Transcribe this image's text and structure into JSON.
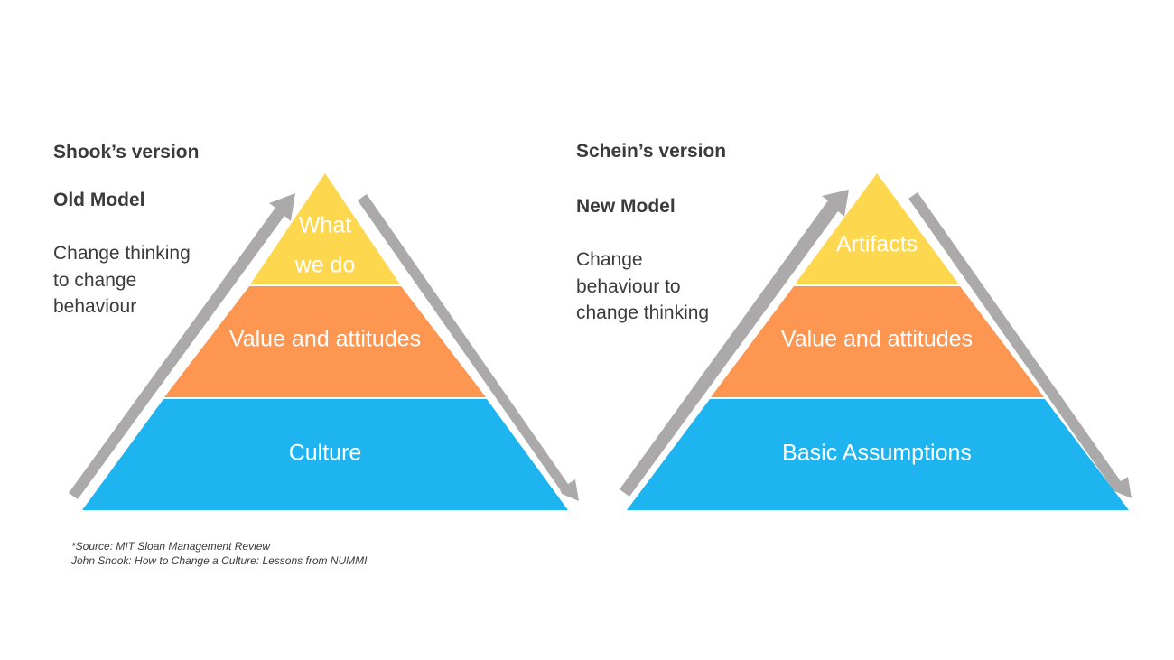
{
  "colors": {
    "top_layer": "#FDD84E",
    "middle_layer": "#FC9650",
    "bottom_layer": "#1EB4F0",
    "arrow": "#ABA9A9",
    "text": "#3B3B3B",
    "label_text": "#FFFFFF"
  },
  "left_panel": {
    "title": "Shook’s version",
    "model": "Old Model",
    "description_lines": [
      "Change thinking",
      "to change",
      "behaviour"
    ],
    "pyramid": {
      "layers": [
        {
          "position": "top",
          "label_lines": [
            "What",
            "we do"
          ]
        },
        {
          "position": "middle",
          "label_lines": [
            "Value and attitudes"
          ]
        },
        {
          "position": "bottom",
          "label_lines": [
            "Culture"
          ]
        }
      ],
      "arrows": [
        {
          "side": "left",
          "direction": "up"
        },
        {
          "side": "right",
          "direction": "down"
        }
      ]
    }
  },
  "right_panel": {
    "title": "Schein’s version",
    "model": "New Model",
    "description_lines": [
      "Change",
      "behaviour to",
      "change thinking"
    ],
    "pyramid": {
      "layers": [
        {
          "position": "top",
          "label_lines": [
            "Artifacts"
          ]
        },
        {
          "position": "middle",
          "label_lines": [
            "Value and attitudes"
          ]
        },
        {
          "position": "bottom",
          "label_lines": [
            "Basic Assumptions"
          ]
        }
      ],
      "arrows": [
        {
          "side": "left",
          "direction": "up"
        },
        {
          "side": "right",
          "direction": "down"
        }
      ]
    }
  },
  "footnote": {
    "line1": "*Source: MIT Sloan Management Review",
    "line2": "John Shook: How to Change a Culture: Lessons from NUMMI"
  }
}
